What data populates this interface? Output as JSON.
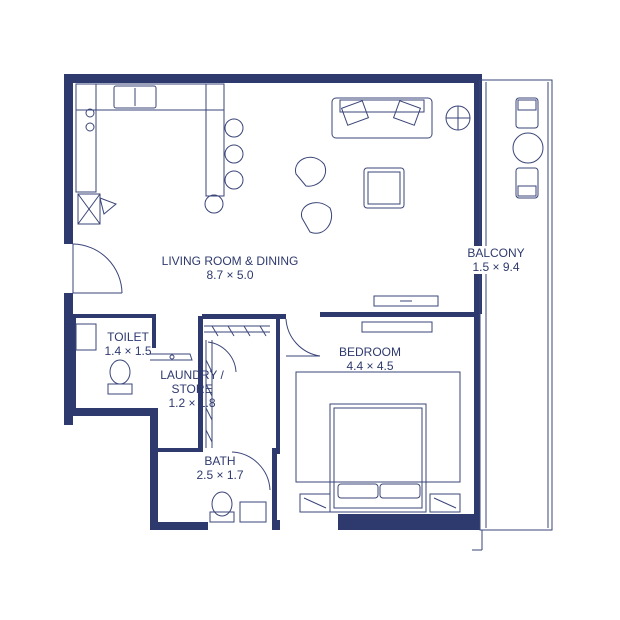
{
  "colors": {
    "wall": "#2E3A6E",
    "line": "#3A4578",
    "text": "#2E3A6E",
    "background": "#FFFFFF"
  },
  "rooms": {
    "living": {
      "name": "LIVING ROOM & DINING",
      "size": "8.7 × 5.0"
    },
    "balcony": {
      "name": "BALCONY",
      "size": "1.5 × 9.4"
    },
    "toilet": {
      "name": "TOILET",
      "size": "1.4 × 1.5"
    },
    "laundry": {
      "name_line1": "LAUNDRY /",
      "name_line2": "STORE",
      "size": "1.2 × 1.8"
    },
    "bedroom": {
      "name": "BEDROOM",
      "size": "4.4 × 4.5"
    },
    "bath": {
      "name": "BATH",
      "size": "2.5 × 1.7"
    }
  }
}
